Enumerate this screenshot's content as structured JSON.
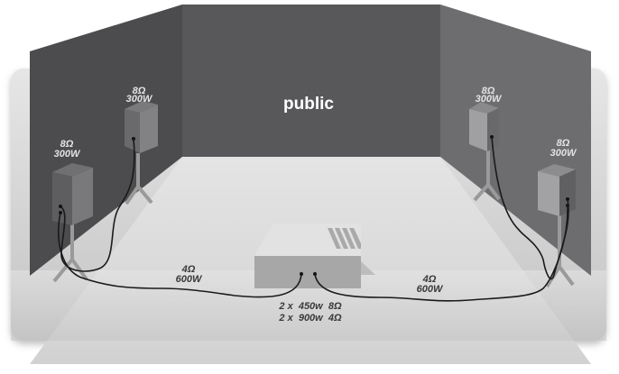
{
  "diagram": {
    "title": "public",
    "speakers": [
      {
        "id": "front-left",
        "impedance": "8Ω",
        "power": "300W"
      },
      {
        "id": "rear-left",
        "impedance": "8Ω",
        "power": "300W"
      },
      {
        "id": "rear-right",
        "impedance": "8Ω",
        "power": "300W"
      },
      {
        "id": "front-right",
        "impedance": "8Ω",
        "power": "300W"
      }
    ],
    "cables": [
      {
        "id": "left-pair",
        "impedance": "4Ω",
        "power": "600W"
      },
      {
        "id": "right-pair",
        "impedance": "4Ω",
        "power": "600W"
      }
    ],
    "amplifier": {
      "spec_line_1": "2 x  450w  8Ω",
      "spec_line_2": "2 x  900w  4Ω"
    },
    "colors": {
      "left_wall": "#4c4c4e",
      "back_wall": "#58585a",
      "right_wall": "#6d6d70",
      "floor": "#dcdcdc",
      "base": "#cbcbcc",
      "speaker_front": "#6a6a6c",
      "speaker_side": "#808082",
      "amp_top": "#e0e0e0",
      "amp_front": "#a7a7a8",
      "cable": "#1a1a1a",
      "label_on_wall": "#e2e2e2",
      "label_on_floor": "#3a3a3a"
    }
  }
}
